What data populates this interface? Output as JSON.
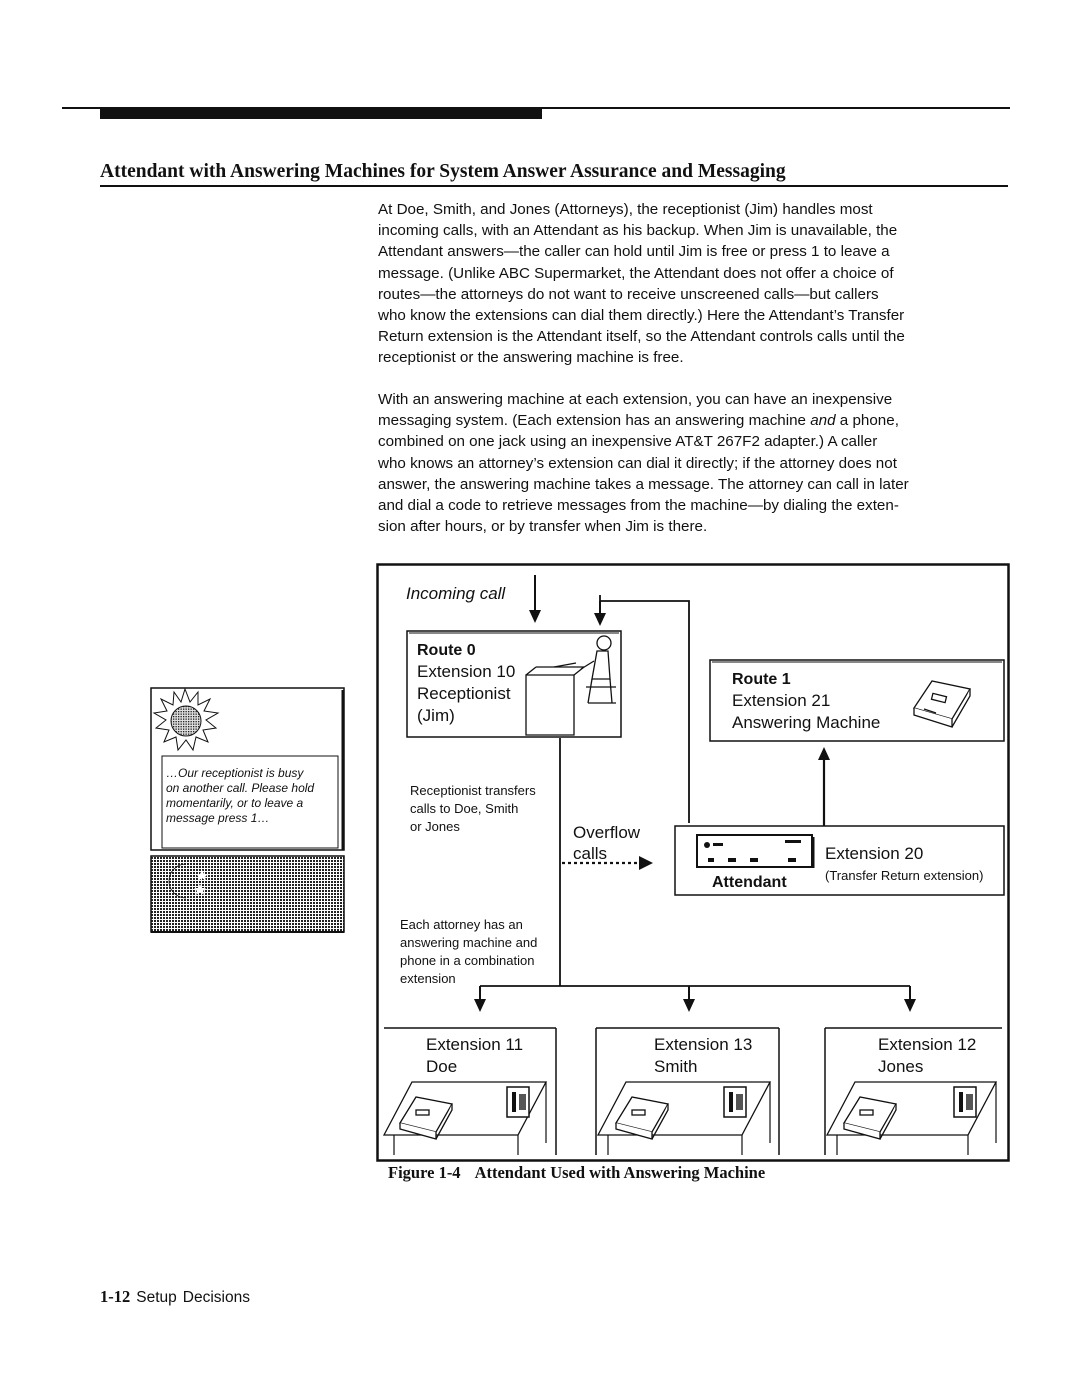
{
  "heading": "Attendant with Answering Machines for System Answer Assurance and Messaging",
  "paragraphs": [
    {
      "lines": [
        "At Doe, Smith, and Jones (Attorneys), the receptionist (Jim) handles most",
        "incoming calls, with an Attendant as his backup. When Jim is unavailable, the",
        "Attendant answers—the caller can hold until Jim is free or press 1 to leave a",
        "message. (Unlike ABC Supermarket, the Attendant does not offer a choice of",
        "routes—the attorneys do not want to receive unscreened calls—but callers",
        "who know the extensions can dial them directly.) Here the Attendant’s Transfer",
        "Return extension is the Attendant itself, so the Attendant controls calls until the",
        "receptionist or the answering machine is free."
      ]
    },
    {
      "line1": "With an answering machine at each extension, you can have an inexpensive",
      "line2_before": "messaging system. (Each extension has an answering machine ",
      "line2_italic": "and",
      "line2_after": " a phone,",
      "lines_rest": [
        "combined on one jack using an inexpensive AT&T 267F2 adapter.) A caller",
        "who knows an attorney’s extension can dial it directly; if the attorney does not",
        "answer, the answering machine takes a message. The attorney can call in later",
        "and dial a code to retrieve messages from the machine—by dialing the exten-",
        "sion after hours, or by transfer when Jim is there."
      ]
    }
  ],
  "sidebar": {
    "message_lines": [
      "…Our receptionist is busy",
      "on another call. Please hold",
      "momentarily, or to leave a",
      "message press 1…"
    ]
  },
  "diagram": {
    "incoming_call": "Incoming call",
    "route0": {
      "title": "Route 0",
      "ext": "Extension 10",
      "role": "Receptionist",
      "name": "(Jim)"
    },
    "route1": {
      "title": "Route 1",
      "ext": "Extension 21",
      "role": "Answering Machine"
    },
    "receptionist_note": [
      "Receptionist transfers",
      "calls to Doe, Smith",
      "or Jones"
    ],
    "overflow": [
      "Overflow",
      "calls"
    ],
    "attendant": {
      "label": "Attendant",
      "ext": "Extension 20",
      "note": "(Transfer Return extension)"
    },
    "attorney_note": [
      "Each attorney has an",
      "answering machine and",
      "phone in a combination",
      "extension"
    ],
    "extensions": [
      {
        "ext": "Extension 11",
        "name": "Doe"
      },
      {
        "ext": "Extension 13",
        "name": "Smith"
      },
      {
        "ext": "Extension 12",
        "name": "Jones"
      }
    ]
  },
  "caption": {
    "label": "Figure 1-4",
    "text": "Attendant Used with Answering Machine"
  },
  "footer": {
    "page_number": "1-12",
    "section_word1": "Setup",
    "section_word2": "Decisions"
  }
}
